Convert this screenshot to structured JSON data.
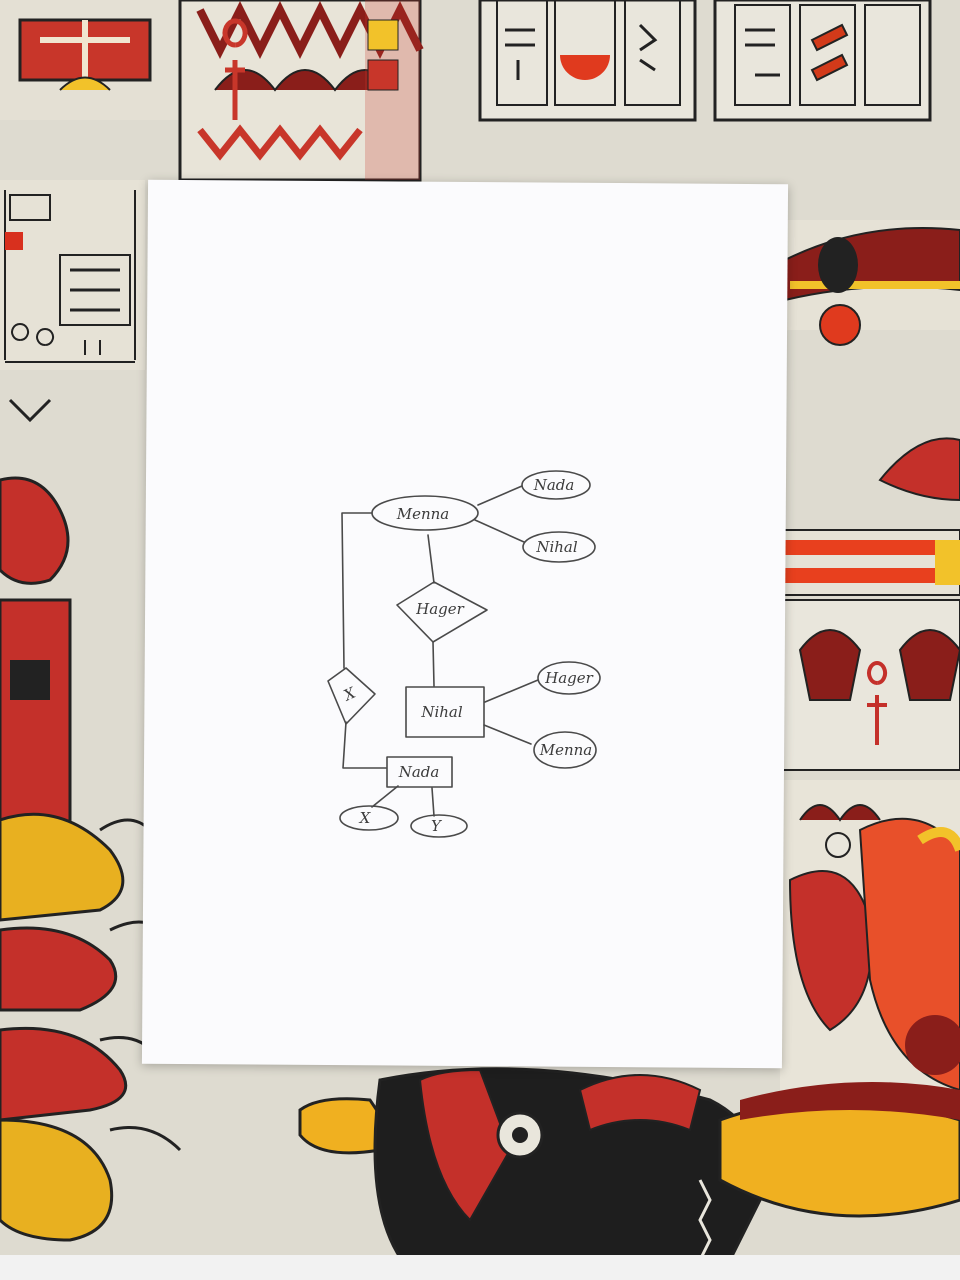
{
  "diagram": {
    "entities": [
      {
        "id": "e-menna",
        "label": "Menna",
        "shape": "ellipse"
      },
      {
        "id": "e-hager-rel",
        "label": "Hager",
        "shape": "diamond"
      },
      {
        "id": "e-nihal",
        "label": "Nihal",
        "shape": "rect"
      },
      {
        "id": "e-nada",
        "label": "Nada",
        "shape": "rect"
      },
      {
        "id": "e-x-rel",
        "label": "X",
        "shape": "diamond"
      },
      {
        "id": "a-nada-1",
        "label": "Nada",
        "shape": "ellipse"
      },
      {
        "id": "a-nihal-1",
        "label": "Nihal",
        "shape": "ellipse"
      },
      {
        "id": "a-hager-2",
        "label": "Hager",
        "shape": "ellipse"
      },
      {
        "id": "a-menna-2",
        "label": "Menna",
        "shape": "ellipse"
      },
      {
        "id": "a-x",
        "label": "X",
        "shape": "ellipse"
      },
      {
        "id": "a-y",
        "label": "Y",
        "shape": "ellipse"
      }
    ],
    "edges": [
      [
        "e-menna",
        "a-nada-1"
      ],
      [
        "e-menna",
        "a-nihal-1"
      ],
      [
        "e-menna",
        "e-hager-rel"
      ],
      [
        "e-hager-rel",
        "e-nihal"
      ],
      [
        "e-nihal",
        "a-hager-2"
      ],
      [
        "e-nihal",
        "a-menna-2"
      ],
      [
        "e-menna",
        "e-x-rel"
      ],
      [
        "e-x-rel",
        "e-nada"
      ],
      [
        "e-nada",
        "a-x"
      ],
      [
        "e-nada",
        "a-y"
      ]
    ]
  }
}
